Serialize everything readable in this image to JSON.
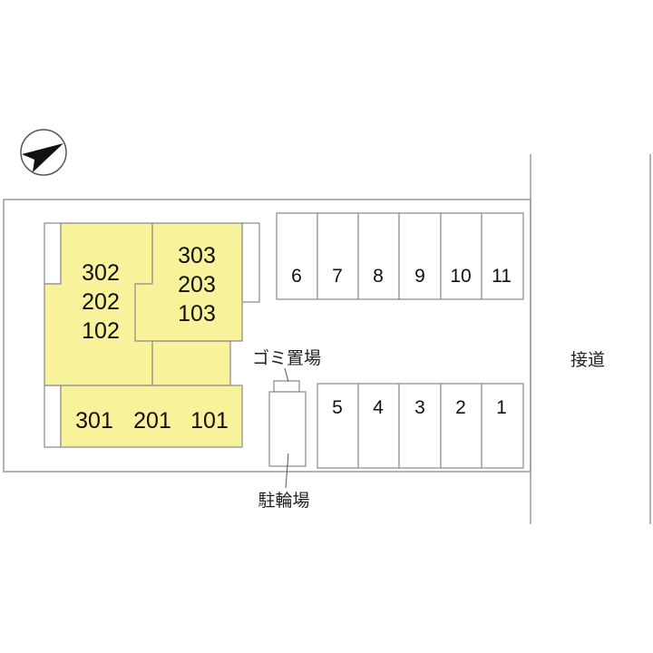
{
  "building": {
    "stack_left": [
      "302",
      "202",
      "102"
    ],
    "stack_right": [
      "303",
      "203",
      "103"
    ],
    "bottom_row": [
      "301",
      "201",
      "101"
    ]
  },
  "parking": {
    "top_row": [
      "6",
      "7",
      "8",
      "9",
      "10",
      "11"
    ],
    "bottom_row": [
      "5",
      "4",
      "3",
      "2",
      "1"
    ]
  },
  "labels": {
    "garbage": "ゴミ置場",
    "bicycle": "駐輪場",
    "road": "接道"
  },
  "colors": {
    "building_fill": "#f8f29a",
    "outline": "#9a9a9a"
  }
}
